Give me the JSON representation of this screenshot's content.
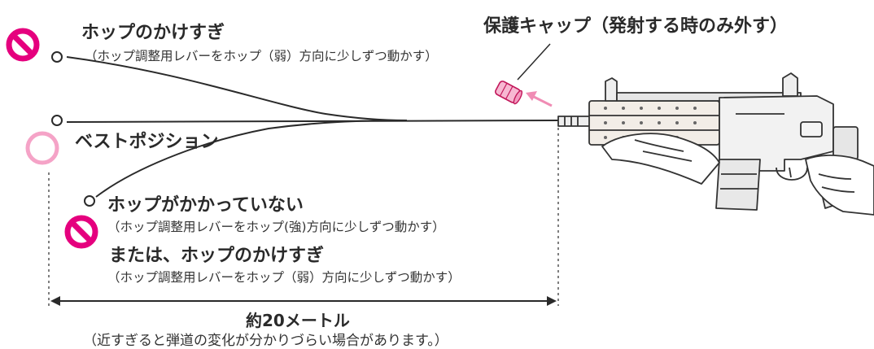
{
  "colors": {
    "no_symbol": "#e5007e",
    "ok_circle": "#f5a3c7",
    "arrow": "#f08cb4",
    "cap": "#ec6ea6",
    "line": "#2a2a2a"
  },
  "labels": {
    "cap": "保護キャップ（発射する時のみ外す）",
    "over_hop_title": "ホップのかけすぎ",
    "over_hop_fix": "（ホップ調整用レバーをホップ（弱）方向に少しずつ動かす）",
    "best_position": "ベストポジション",
    "no_hop_title": "ホップがかかっていない",
    "no_hop_fix": "（ホップ調整用レバーをホップ(強)方向に少しずつ動かす）",
    "or_over_hop": "または、ホップのかけすぎ",
    "or_over_hop_fix": "（ホップ調整用レバーをホップ（弱）方向に少しずつ動かす）",
    "distance": "約20メートル",
    "distance_note": "（近すぎると弾道の変化が分かりづらい場合があります。）"
  },
  "icons": {
    "no_top": "no-entry-icon",
    "ok_mid": "ok-circle-icon",
    "no_bottom": "no-entry-icon",
    "gun": "airsoft-rifle-illustration",
    "cap": "protective-cap-icon"
  }
}
